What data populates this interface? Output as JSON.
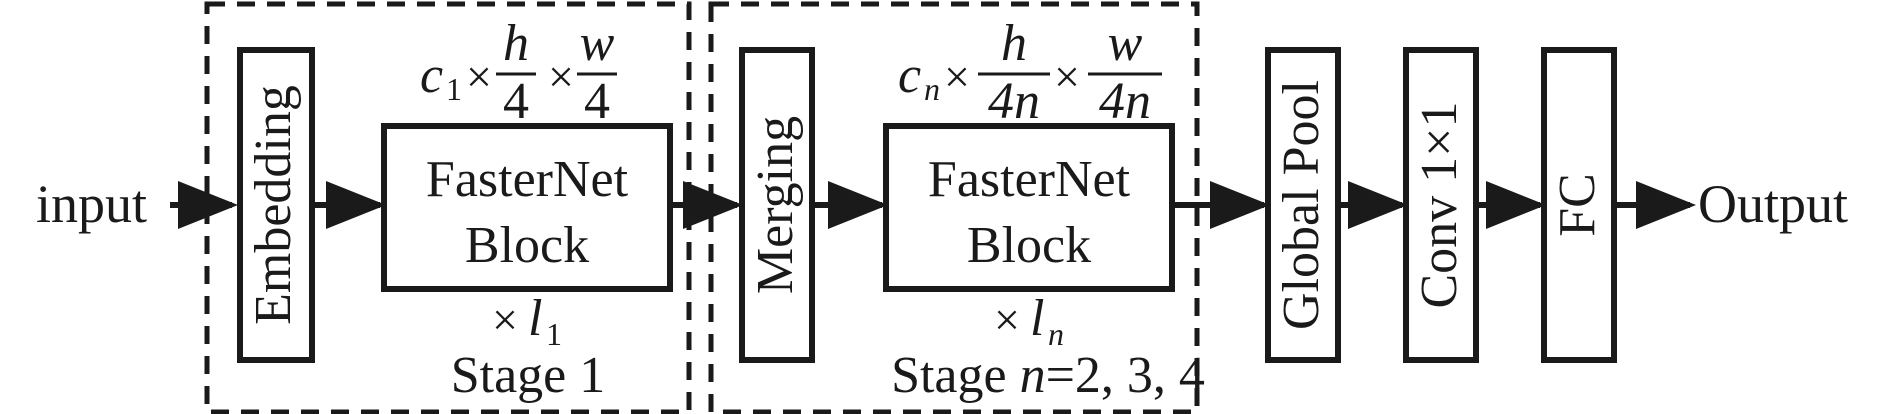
{
  "input_label": "input",
  "output_label": "Output",
  "stage1": {
    "embedding_label": "Embedding",
    "block_line1": "FasterNet",
    "block_line2": "Block",
    "dims": {
      "c": "c",
      "c_sub": "1",
      "times": "×",
      "h": "h",
      "w": "w",
      "denom": "4"
    },
    "repeat": {
      "times": "×",
      "l": "l",
      "sub": "1"
    },
    "stage_label": "Stage 1"
  },
  "stage_n": {
    "merging_label": "Merging",
    "block_line1": "FasterNet",
    "block_line2": "Block",
    "dims": {
      "c": "c",
      "c_sub": "n",
      "times": "×",
      "h": "h",
      "w": "w",
      "denom": "4n"
    },
    "repeat": {
      "times": "×",
      "l": "l",
      "sub": "n"
    },
    "stage_prefix": "Stage ",
    "stage_var": "n",
    "stage_suffix": "=2, 3, 4"
  },
  "head": {
    "global_pool_label": "Global Pool",
    "conv_label": "Conv 1×1",
    "fc_label": "FC"
  }
}
